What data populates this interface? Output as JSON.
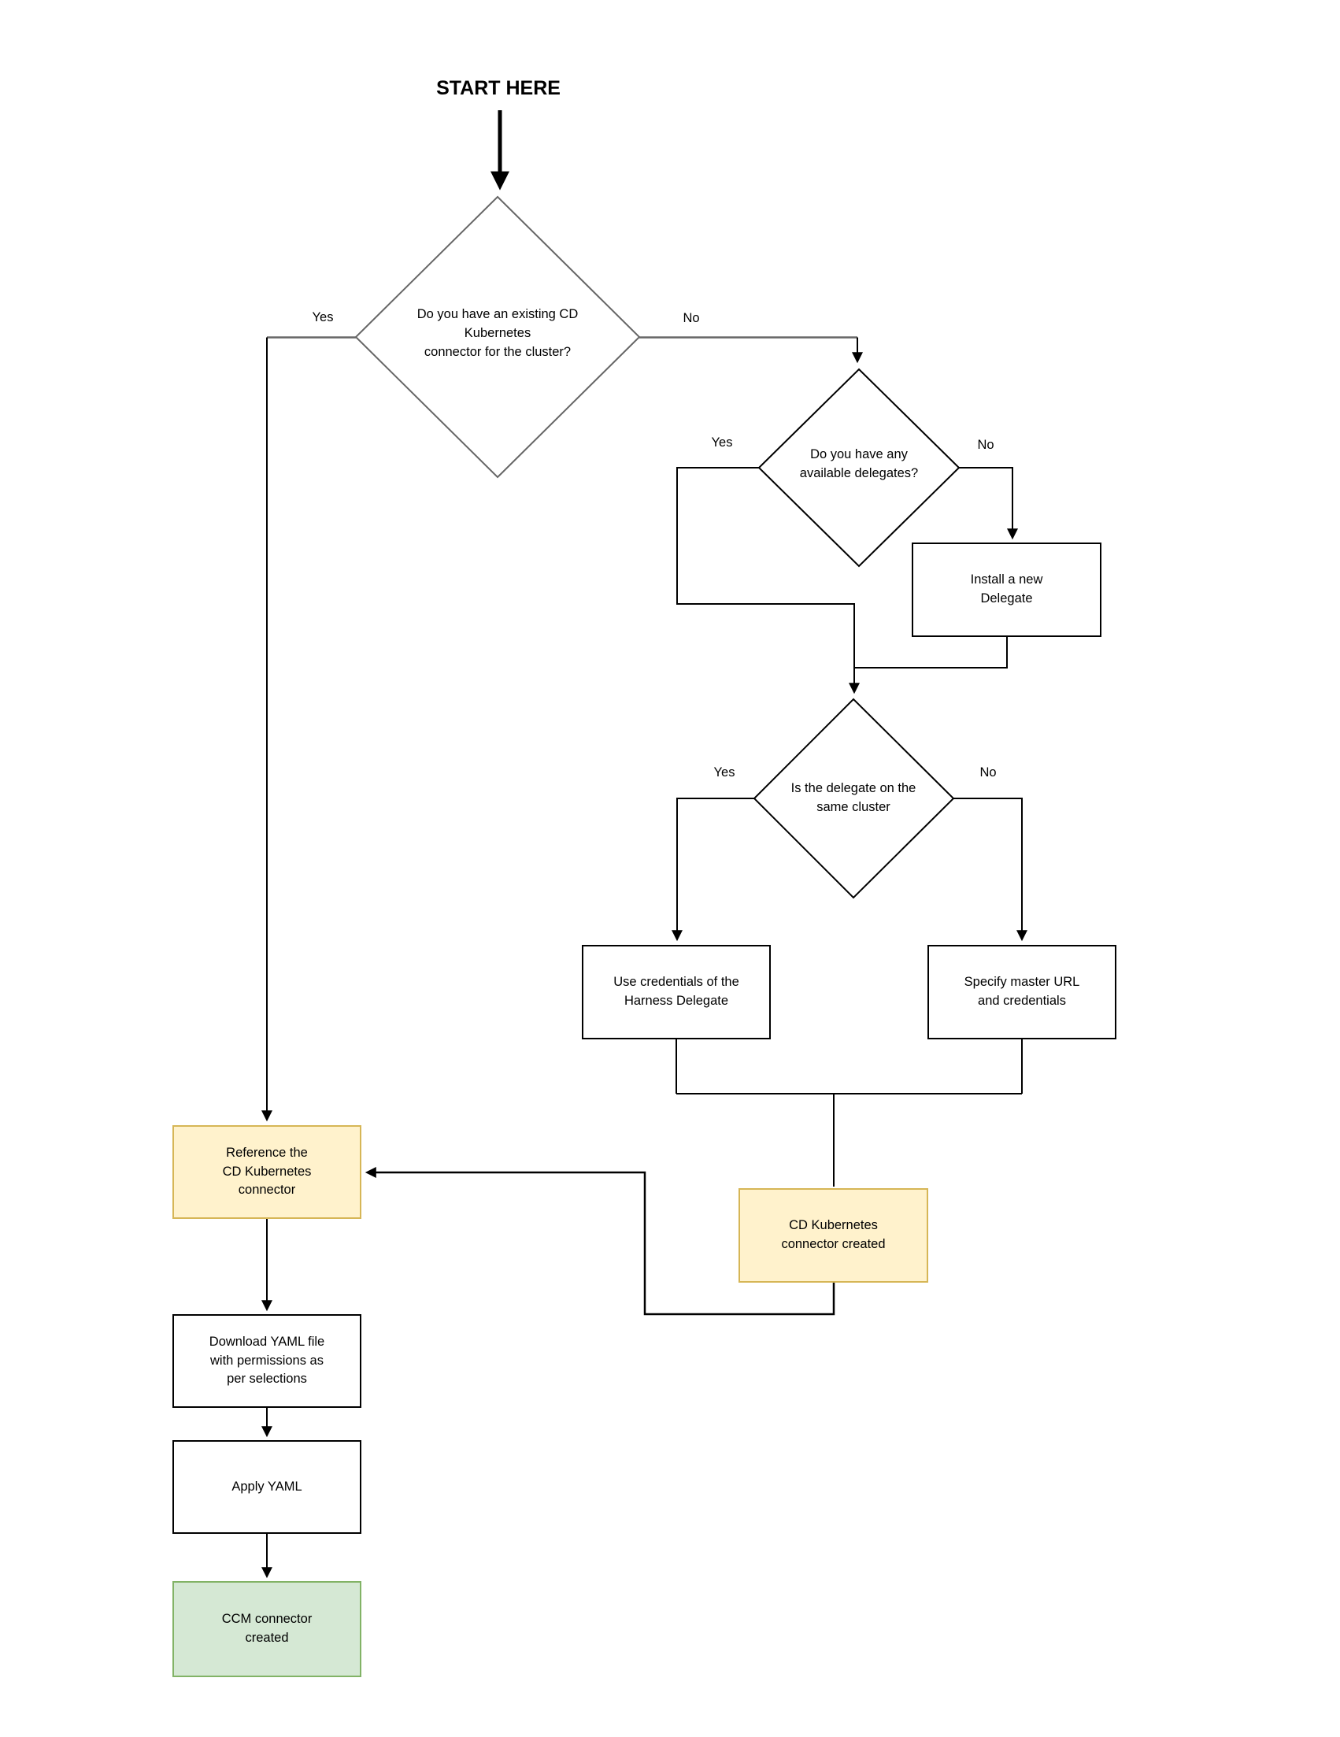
{
  "title": "START HERE",
  "nodes": {
    "decision_existing_connector": {
      "label": "Do you have an existing CD\nKubernetes\nconnector for the cluster?"
    },
    "decision_available_delegates": {
      "label": "Do you have any\navailable delegates?"
    },
    "decision_same_cluster": {
      "label": "Is the delegate on the\nsame cluster"
    },
    "install_delegate": {
      "label": "Install a new\nDelegate"
    },
    "use_credentials": {
      "label": "Use credentials of the\nHarness Delegate"
    },
    "specify_master_url": {
      "label": "Specify master URL\nand credentials"
    },
    "cd_connector_created": {
      "label": "CD Kubernetes\nconnector created"
    },
    "reference_connector": {
      "label": "Reference the\nCD Kubernetes\nconnector"
    },
    "download_yaml": {
      "label": "Download YAML file\nwith permissions as\nper selections"
    },
    "apply_yaml": {
      "label": "Apply YAML"
    },
    "ccm_connector_created": {
      "label": "CCM connector\ncreated"
    }
  },
  "edge_labels": {
    "d1_yes": "Yes",
    "d1_no": "No",
    "d2_yes": "Yes",
    "d2_no": "No",
    "d3_yes": "Yes",
    "d3_no": "No"
  },
  "colors": {
    "yellow_fill": "#fff2cc",
    "yellow_border": "#d6b656",
    "green_fill": "#d5e8d4",
    "green_border": "#82b366",
    "line_black": "#000000",
    "line_gray": "#666666"
  }
}
